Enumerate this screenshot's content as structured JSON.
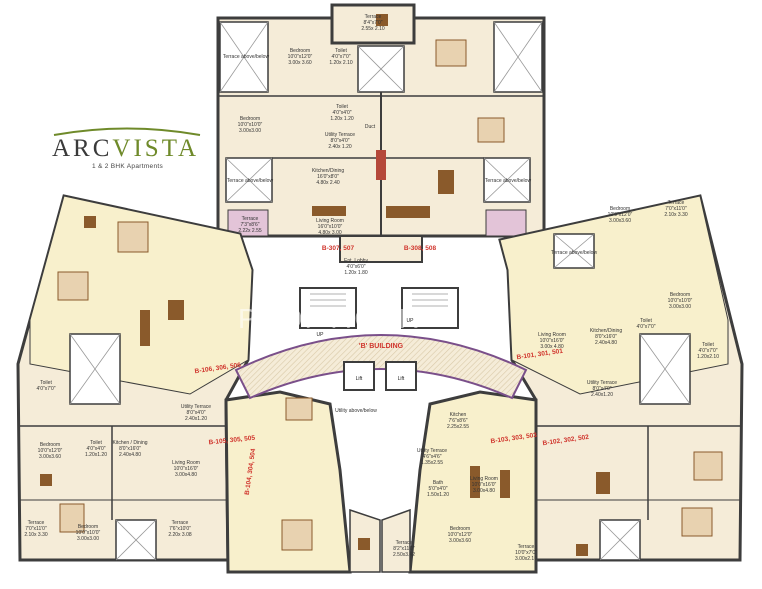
{
  "brand": {
    "name_part1": "ARC",
    "name_part2": "VISTA",
    "tagline": "1 & 2 BHK Apartments"
  },
  "watermark": "PROPTIGER",
  "building_label": "'B' BUILDING",
  "stair_labels": {
    "up_left": "UP",
    "up_right": "UP"
  },
  "lift_labels": {
    "left": "Lift",
    "right": "Lift"
  },
  "unit_labels": {
    "u307": "B-307, 507",
    "u308": "B-308, 508",
    "u106": "B-106, 306, 506",
    "u105": "B-105, 305, 505",
    "u104": "B-104, 304, 504",
    "u103": "B-103, 303, 503",
    "u101": "B-101, 301, 501",
    "u102": "B-102, 302, 502"
  },
  "rooms": {
    "top_terrace": {
      "name": "Terrace",
      "dims": "8'4\"x7'0\"",
      "metric": "2.55x 2.10"
    },
    "t_bedroom": {
      "name": "Bedroom",
      "dims": "10'0\"x12'0\"",
      "metric": "3.00x 3.60"
    },
    "t_toilet": {
      "name": "Toilet",
      "dims": "4'0\"x7'0\"",
      "metric": "1.20x 2.10"
    },
    "t_toilet2": {
      "name": "Toilet",
      "dims": "4'0\"x4'0\"",
      "metric": "1.20x 1.20"
    },
    "t_bedroom2": {
      "name": "Bedroom",
      "dims": "10'0\"x10'0\"",
      "metric": "3.00x3.00"
    },
    "t_utility": {
      "name": "Utility Terrace",
      "dims": "8'0\"x4'0\"",
      "metric": "2.40x 1.20"
    },
    "t_kitchen": {
      "name": "Kitchen/Dining",
      "dims": "16'0\"x8'0\"",
      "metric": "4.80x 2.40"
    },
    "t_terrace2": {
      "name": "Terrace",
      "dims": "7'3\"x8'6\"",
      "metric": "2.22x 2.55"
    },
    "t_living": {
      "name": "Living Room",
      "dims": "16'0\"x10'0\"",
      "metric": "4.80x 3.00"
    },
    "t_ent": {
      "name": "Ent. Lobby",
      "dims": "4'0\"x6'0\"",
      "metric": "1.20x 1.80"
    },
    "l_toilet": {
      "name": "Toilet",
      "dims": "4'0\"x7'0\""
    },
    "l_bedroom": {
      "name": "Bedroom",
      "dims": "10'0\"x12'0\"",
      "metric": "3.00x3.60"
    },
    "l_toilet2": {
      "name": "Toilet",
      "dims": "4'0\"x4'0\"",
      "metric": "1.20x1.20"
    },
    "l_kitchen": {
      "name": "Kitchen / Dining",
      "dims": "8'0\"x16'0\"",
      "metric": "2.40x4.80"
    },
    "l_utility": {
      "name": "Utility Terrace",
      "dims": "8'0\"x4'0\"",
      "metric": "2.40x1.20"
    },
    "l_living": {
      "name": "Living Room",
      "dims": "10'0\"x16'0\"",
      "metric": "3.00x4.80"
    },
    "l_terrace": {
      "name": "Terrace",
      "dims": "7'0\"x11'0\"",
      "metric": "2.10x 3.30"
    },
    "l_bedroom2": {
      "name": "Bedroom",
      "dims": "10'0\"x10'0\"",
      "metric": "3.00x3.00"
    },
    "l_terrace2": {
      "name": "Terrace",
      "dims": "7'6\"x10'0\"",
      "metric": "2.20x 3.08"
    },
    "m_kitchen": {
      "name": "Kitchen",
      "dims": "7'6\"x8'6\"",
      "metric": "2.25x2.55"
    },
    "m_utility": {
      "name": "Utility Terrace",
      "dims": "4'6\"x4'6\"",
      "metric": "1.35x2.55"
    },
    "m_bath": {
      "name": "Bath",
      "dims": "5'0\"x4'0\"",
      "metric": "1.50x1.20"
    },
    "m_living": {
      "name": "Living Room",
      "dims": "10'0\"x16'0\"",
      "metric": "3.00x4.80"
    },
    "m_bedroom": {
      "name": "Bedroom",
      "dims": "10'0\"x12'0\"",
      "metric": "3.00x3.60"
    },
    "m_terrace": {
      "name": "Terrace",
      "dims": "8'2\"x11'0\"",
      "metric": "2.50x3.42"
    },
    "m_terrace2": {
      "name": "Terrace",
      "dims": "10'0\"x7'0\"",
      "metric": "3.00x2.10"
    },
    "r_bedroom": {
      "name": "Bedroom",
      "dims": "10'0\"x12'0\"",
      "metric": "3.00x3.60"
    },
    "r_terrace": {
      "name": "Terrace",
      "dims": "7'0\"x11'0\"",
      "metric": "2.10x 3.30"
    },
    "r_bedroom2": {
      "name": "Bedroom",
      "dims": "10'0\"x10'0\"",
      "metric": "3.00x3.00"
    },
    "r_living": {
      "name": "Living Room",
      "dims": "10'0\"x16'0\"",
      "metric": "3.00x 4.80"
    },
    "r_kitchen": {
      "name": "Kitchen/Dining",
      "dims": "8'0\"x16'0\"",
      "metric": "2.40x4.80"
    },
    "r_toilet": {
      "name": "Toilet",
      "dims": "4'0\"x7'0\""
    },
    "r_utility": {
      "name": "Utility Terrace",
      "dims": "8'0\"x4'0\"",
      "metric": "2.40x1.20"
    },
    "r_toilet2": {
      "name": "Toilet",
      "dims": "4'0\"x7'0\"",
      "metric": "1.20x2.10"
    }
  },
  "shaft_labels": {
    "top_left": "Terrace above/below",
    "left_mid": "Terrace above/below",
    "right_mid": "Terrace above/below",
    "right_top": "Terrace above/below",
    "duct": "Duct",
    "utility_ab": "Utility above/below"
  },
  "colors": {
    "floor": "#f5ecd8",
    "wall": "#3d3d3d",
    "terrace_pink": "#e3c4d8",
    "accent_olive": "#6f8a2a",
    "unit_label_red": "#d0342c",
    "furniture": "#8a5a2b"
  }
}
